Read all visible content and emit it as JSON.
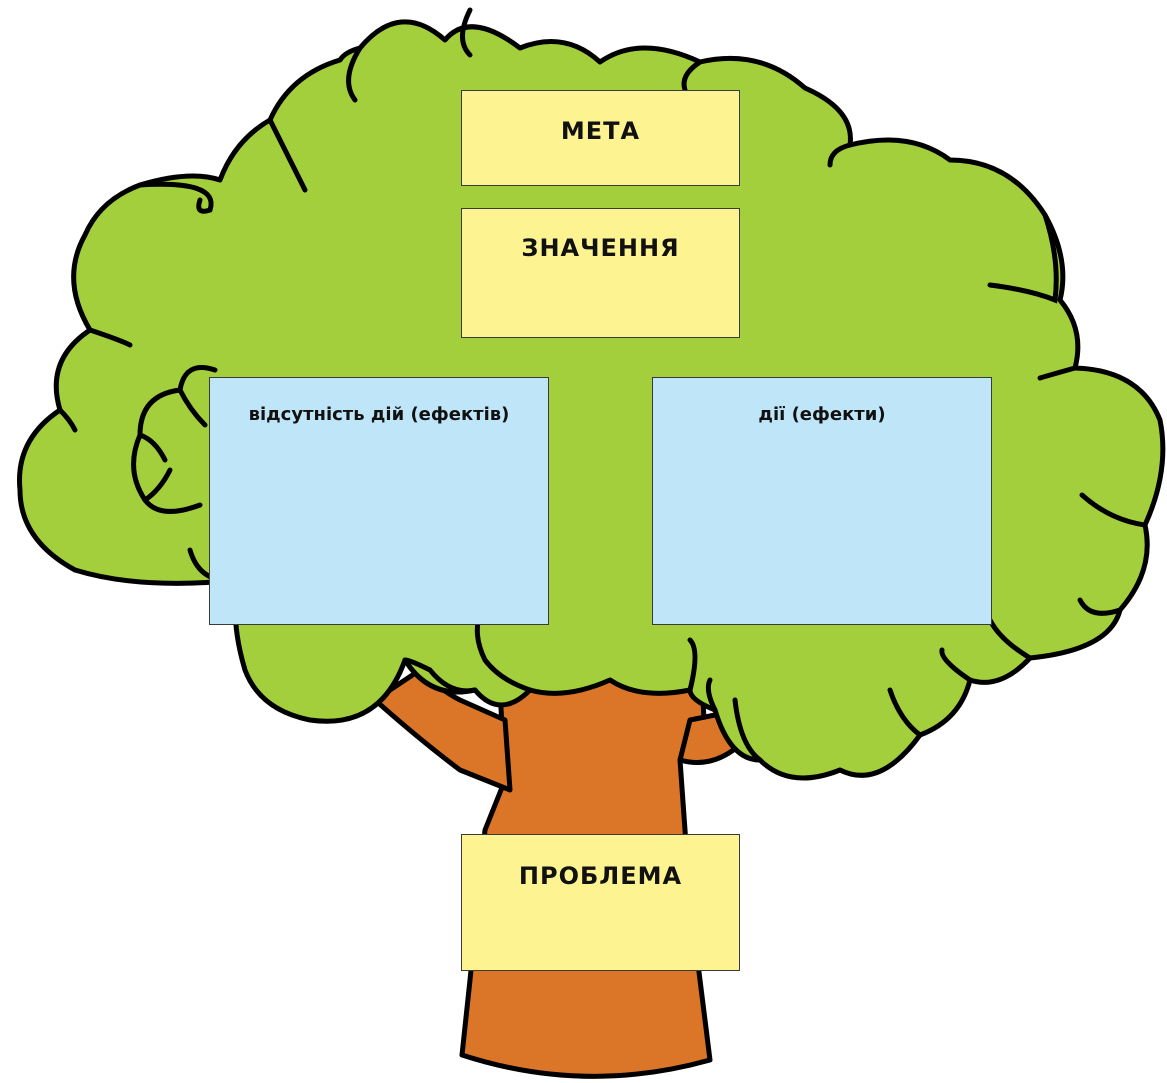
{
  "colors": {
    "foliage": "#a3cf3d",
    "trunk": "#db7528",
    "outline": "#000000",
    "label_yellow": "#fdf491",
    "label_blue": "#bfe6f8"
  },
  "boxes": {
    "goal": "МЕТА",
    "meaning": "ЗНАЧЕННЯ",
    "no_actions": "відсутність дій (ефектів)",
    "actions": "дії (ефекти)",
    "problem": "ПРОБЛЕМА"
  }
}
